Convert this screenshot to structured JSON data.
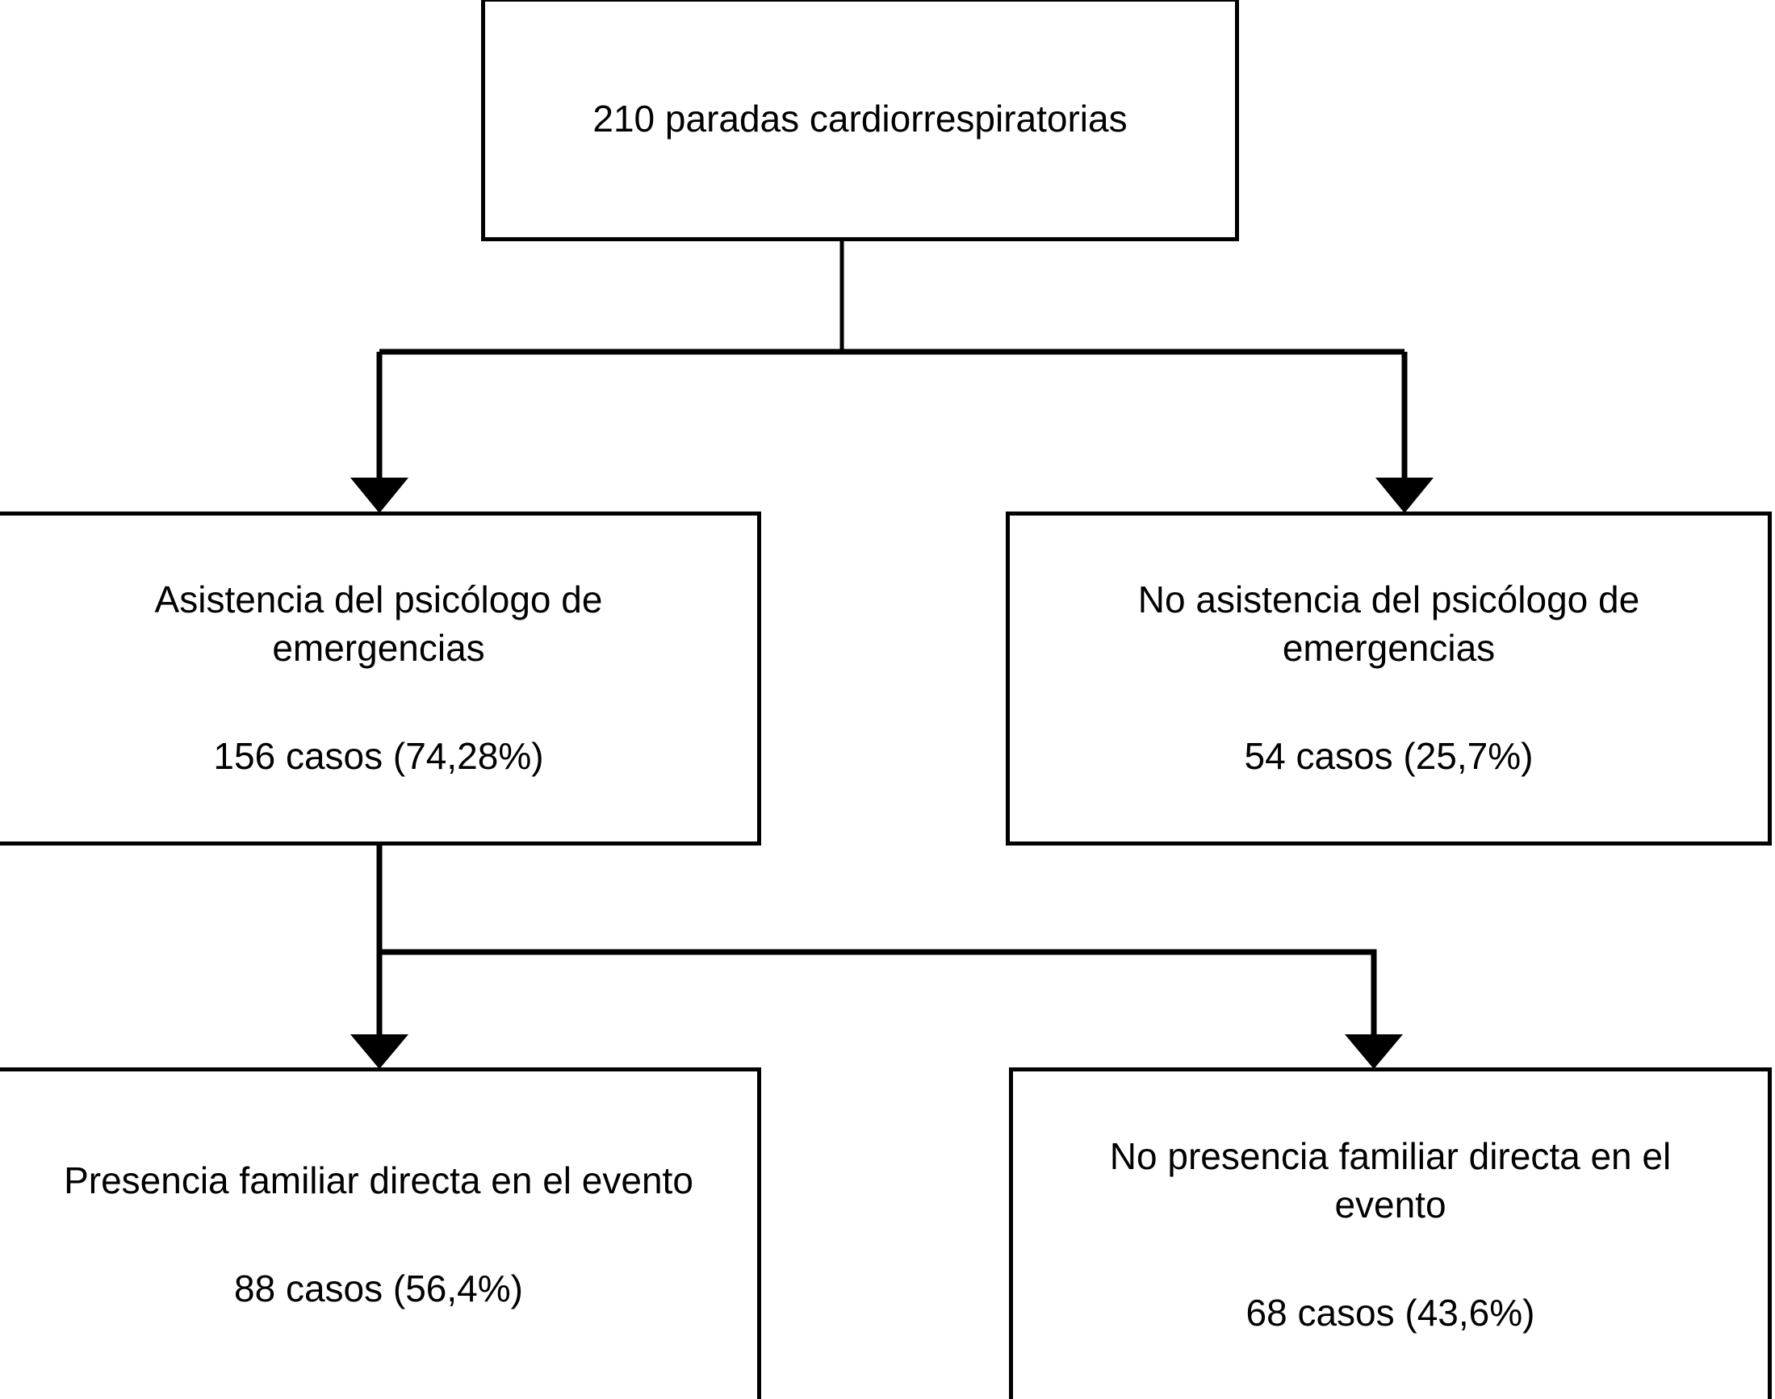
{
  "diagram": {
    "type": "flowchart",
    "orientation": "top-down",
    "background_color": "#ffffff",
    "line_color": "#000000",
    "text_color": "#000000",
    "language": "es",
    "nodes": [
      {
        "id": "root",
        "title": "210 paradas cardiorrespiratorias",
        "count_label": "",
        "count": 210,
        "unit": "paradas cardiorrespiratorias",
        "level": 1
      },
      {
        "id": "attended",
        "title": "Asistencia del psicólogo de emergencias",
        "count_label": "156 casos (74,28%)",
        "count": 156,
        "percent": "74,28%",
        "level": 2
      },
      {
        "id": "not_attended",
        "title": "No asistencia del psicólogo de emergencias",
        "count_label": "54 casos (25,7%)",
        "count": 54,
        "percent": "25,7%",
        "level": 2
      },
      {
        "id": "family_present",
        "title": "Presencia familiar directa en el evento",
        "count_label": "88 casos (56,4%)",
        "count": 88,
        "percent": "56,4%",
        "level": 3
      },
      {
        "id": "family_absent",
        "title": "No presencia familiar directa en el evento",
        "count_label": "68 casos (43,6%)",
        "count": 68,
        "percent": "43,6%",
        "level": 3
      }
    ],
    "edges": [
      {
        "id": "edge-root-attended",
        "from": "root",
        "to": "attended",
        "style": "elbow",
        "arrow": "filled-triangle"
      },
      {
        "id": "edge-root-not-attended",
        "from": "root",
        "to": "not_attended",
        "style": "elbow",
        "arrow": "filled-triangle"
      },
      {
        "id": "edge-attended-family-present",
        "from": "attended",
        "to": "family_present",
        "style": "straight",
        "arrow": "filled-triangle"
      },
      {
        "id": "edge-attended-family-absent",
        "from": "attended",
        "to": "family_absent",
        "style": "elbow",
        "arrow": "filled-triangle"
      }
    ]
  }
}
